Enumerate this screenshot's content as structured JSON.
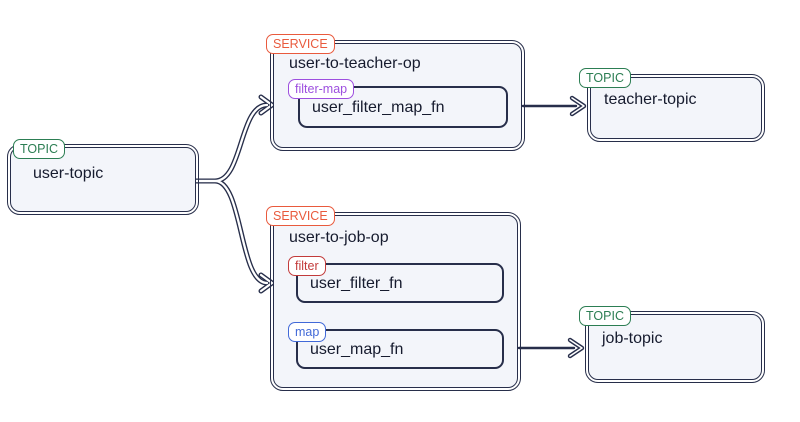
{
  "diagram": {
    "nodes": [
      {
        "id": "user-topic",
        "type": "TOPIC",
        "label": "user-topic"
      },
      {
        "id": "user-to-teacher-op",
        "type": "SERVICE",
        "label": "user-to-teacher-op",
        "steps": [
          {
            "kind": "filter-map",
            "fn": "user_filter_map_fn"
          }
        ]
      },
      {
        "id": "teacher-topic",
        "type": "TOPIC",
        "label": "teacher-topic"
      },
      {
        "id": "user-to-job-op",
        "type": "SERVICE",
        "label": "user-to-job-op",
        "steps": [
          {
            "kind": "filter",
            "fn": "user_filter_fn"
          },
          {
            "kind": "map",
            "fn": "user_map_fn"
          }
        ]
      },
      {
        "id": "job-topic",
        "type": "TOPIC",
        "label": "job-topic"
      }
    ],
    "edges": [
      {
        "from": "user-topic",
        "to": "user-to-teacher-op"
      },
      {
        "from": "user-topic",
        "to": "user-to-job-op"
      },
      {
        "from": "user-to-teacher-op",
        "to": "teacher-topic"
      },
      {
        "from": "user-to-job-op",
        "to": "job-topic"
      }
    ],
    "colors": {
      "topic_badge": "#2c7e53",
      "service_badge": "#e95a3d",
      "filter_map_badge": "#9d4fdf",
      "filter_badge": "#c23b3b",
      "map_badge": "#4169d8",
      "node_border": "#272e4a",
      "node_fill": "#f3f5fa",
      "text": "#161b2e"
    }
  }
}
